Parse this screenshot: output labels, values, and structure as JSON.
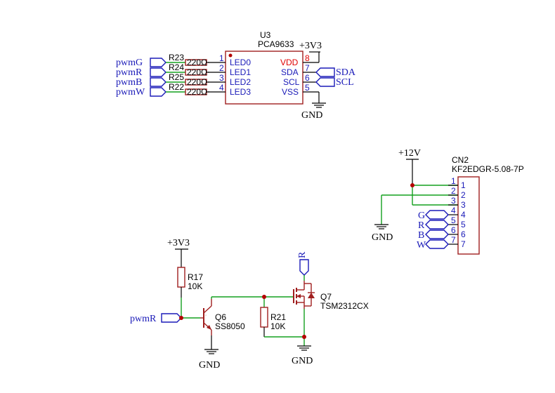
{
  "u3": {
    "ref": "U3",
    "part": "PCA9633",
    "pins_left": [
      {
        "num": "1",
        "name": "LED0"
      },
      {
        "num": "2",
        "name": "LED1"
      },
      {
        "num": "3",
        "name": "LED2"
      },
      {
        "num": "4",
        "name": "LED3"
      }
    ],
    "pins_right": [
      {
        "num": "8",
        "name": "VDD"
      },
      {
        "num": "7",
        "name": "SDA"
      },
      {
        "num": "6",
        "name": "SCL"
      },
      {
        "num": "5",
        "name": "VSS"
      }
    ],
    "vdd_color": "#e00000"
  },
  "led_resistors": [
    {
      "ref": "R23",
      "value": "220Ω",
      "net": "pwmG"
    },
    {
      "ref": "R24",
      "value": "220Ω",
      "net": "pwmR"
    },
    {
      "ref": "R25",
      "value": "220Ω",
      "net": "pwmB"
    },
    {
      "ref": "R22",
      "value": "220Ω",
      "net": "pwmW"
    }
  ],
  "i2c_nets": [
    "SDA",
    "SCL"
  ],
  "power": {
    "v33": "+3V3",
    "v12": "+12V",
    "gnd": "GND"
  },
  "cn2": {
    "ref": "CN2",
    "part": "KF2EDGR-5.08-7P",
    "pins": [
      {
        "num": "1",
        "net": ""
      },
      {
        "num": "2",
        "net": ""
      },
      {
        "num": "3",
        "net": ""
      },
      {
        "num": "4",
        "net": "G"
      },
      {
        "num": "5",
        "net": "R"
      },
      {
        "num": "6",
        "net": "B"
      },
      {
        "num": "7",
        "net": "W"
      }
    ]
  },
  "driver": {
    "input_net": "pwmR",
    "output_net": "R",
    "r17": {
      "ref": "R17",
      "value": "10K"
    },
    "r21": {
      "ref": "R21",
      "value": "10K"
    },
    "q6": {
      "ref": "Q6",
      "part": "SS8050"
    },
    "q7": {
      "ref": "Q7",
      "part": "TSM2312CX"
    }
  },
  "colors": {
    "wire": "#13a01e",
    "component": "#a01e1e",
    "net_label": "#1a1ab8",
    "junction": "#b30000"
  }
}
